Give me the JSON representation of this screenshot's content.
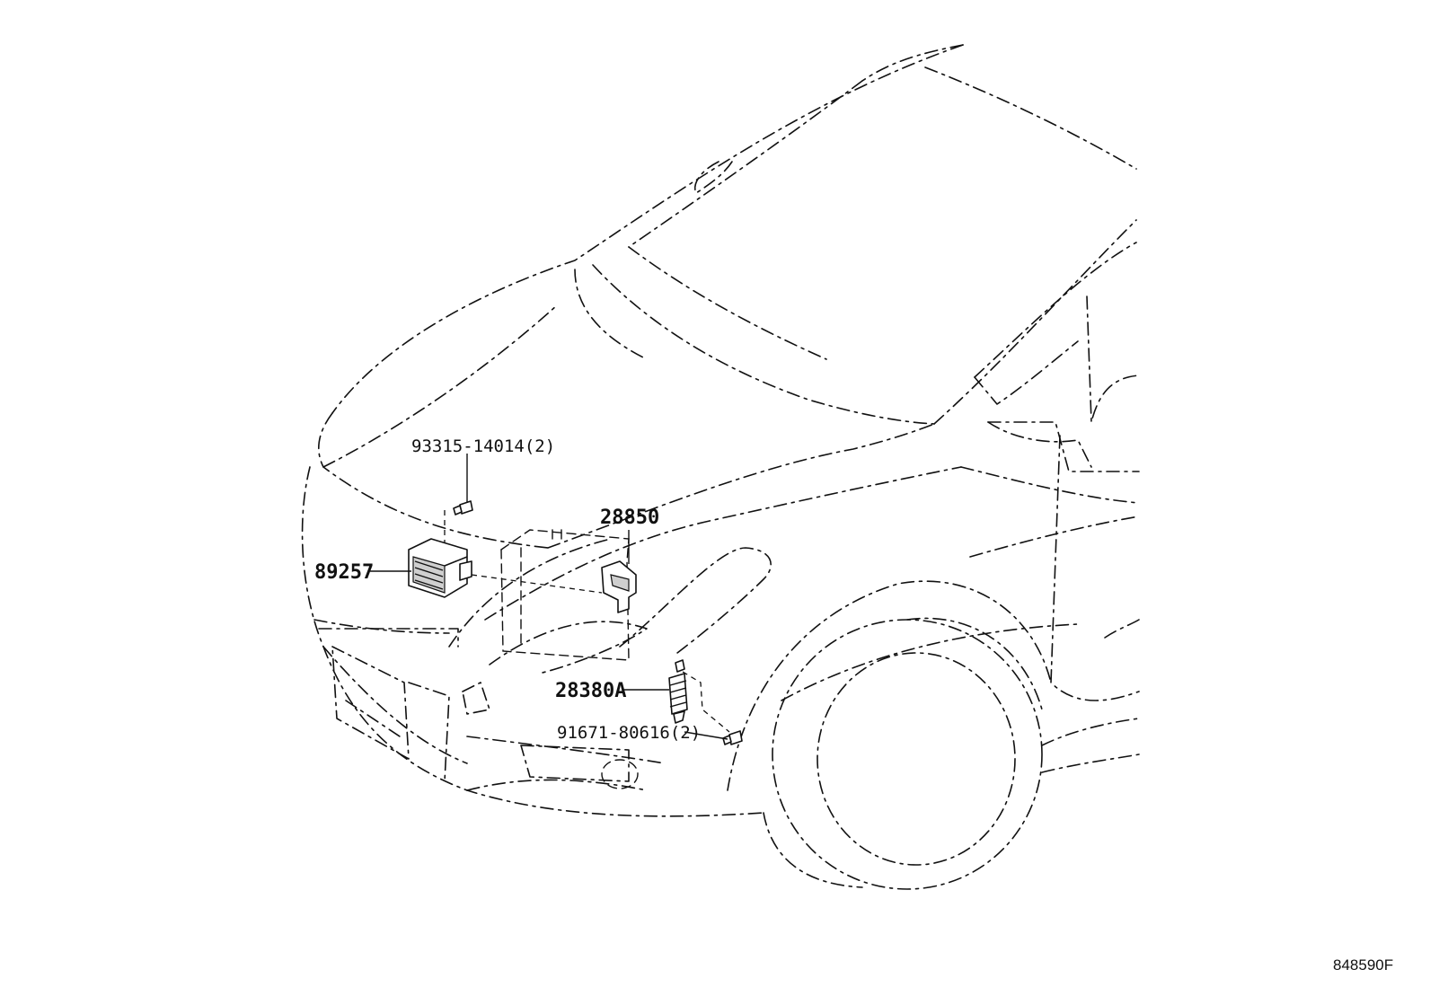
{
  "labels": {
    "bolt_top": "93315-14014(2)",
    "unit_left": "89257",
    "sensor": "28850",
    "relay": "28380A",
    "bolt_bottom": "91671-80616(2)"
  },
  "figure_id": "848590F"
}
